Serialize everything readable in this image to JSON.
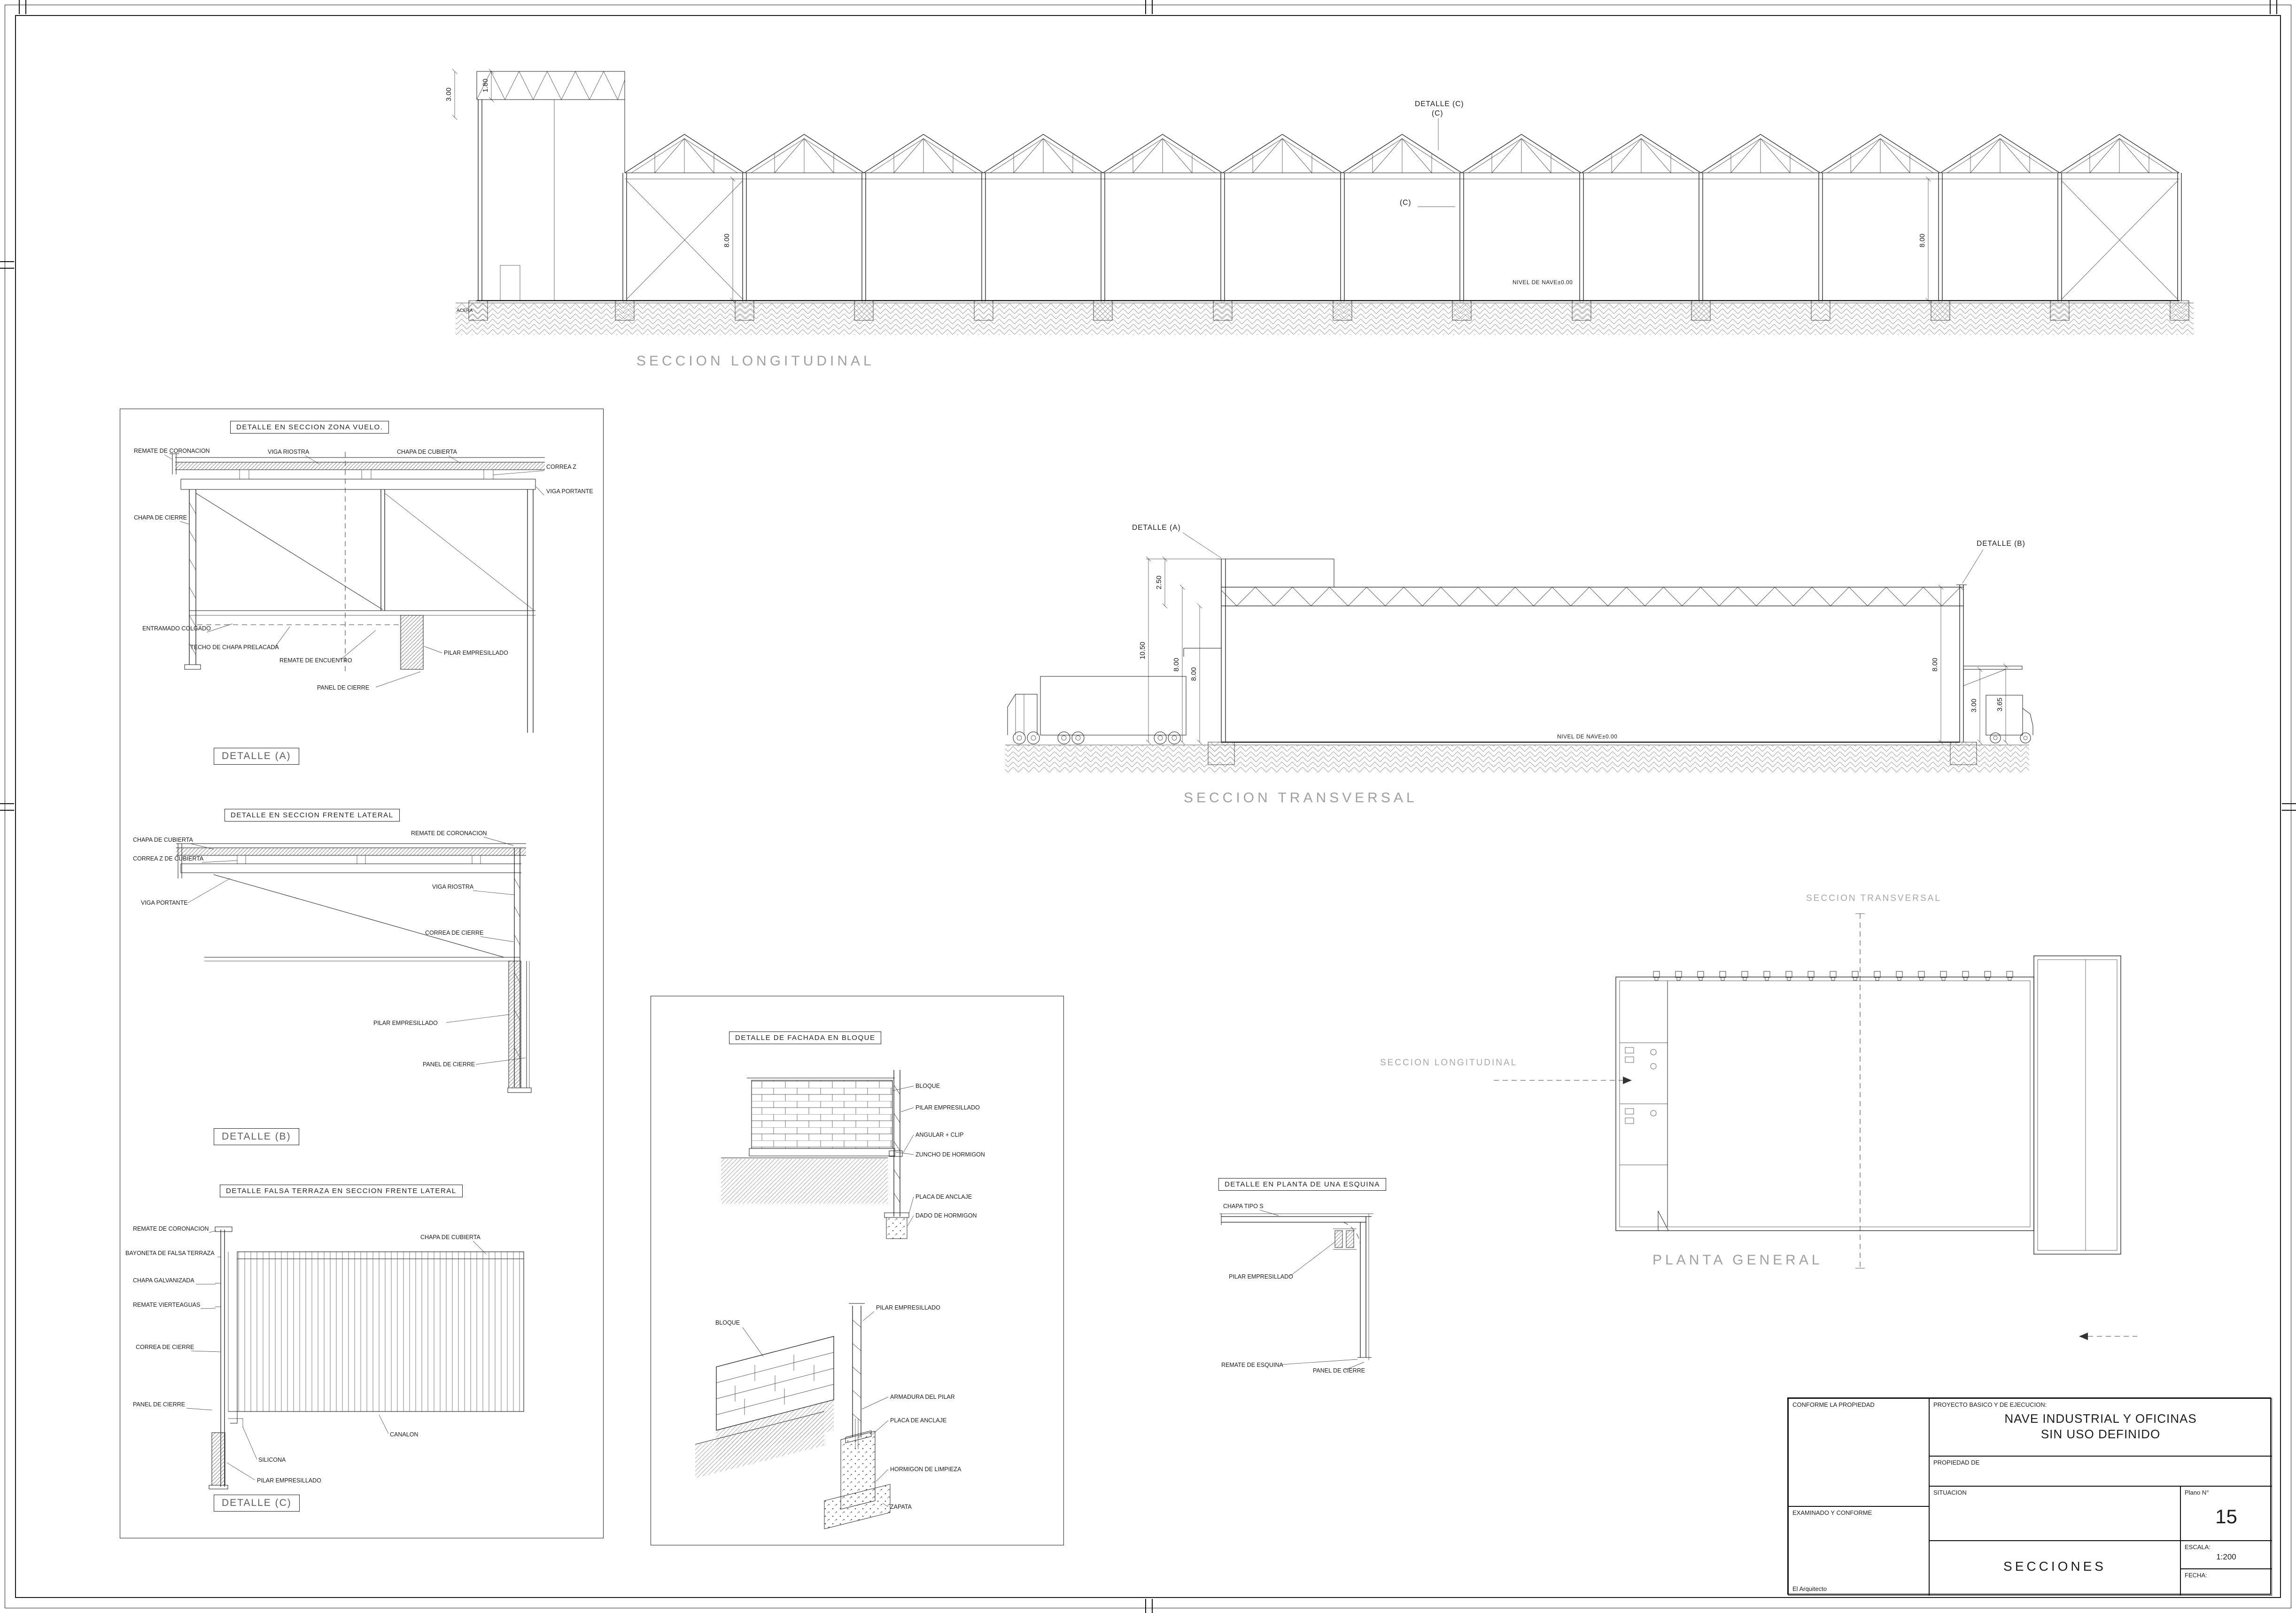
{
  "section_titles": {
    "longitudinal": "SECCION  LONGITUDINAL",
    "transversal": "SECCION  TRANSVERSAL",
    "planta": "PLANTA  GENERAL"
  },
  "plan_labels": {
    "transversal": "SECCION  TRANSVERSAL",
    "longitudinal": "SECCION  LONGITUDINAL"
  },
  "detail_boxes": {
    "zona_vuelo": "DETALLE  EN  SECCION  ZONA  VUELO.",
    "a": "DETALLE  (A)",
    "frente_lateral": "DETALLE  EN  SECCION  FRENTE  LATERAL",
    "b": "DETALLE  (B)",
    "falsa_terraza": "DETALLE  FALSA  TERRAZA  EN  SECCION  FRENTE  LATERAL",
    "c": "DETALLE  (C)",
    "fachada": "DETALLE  DE  FACHADA  EN  BLOQUE",
    "esquina": "DETALLE  EN  PLANTA  DE  UNA  ESQUINA"
  },
  "long_section": {
    "callout_title": "DETALLE (C)",
    "callout_c_top": "(C)",
    "callout_c_side": "(C)",
    "dim_3": "3.00",
    "dim_18": "1.80",
    "dim_8_left": "8.00",
    "dim_8_right": "8.00",
    "nivel": "NIVEL DE NAVE±0.00",
    "acera": "ACERA"
  },
  "trans_section": {
    "callout_a": "DETALLE (A)",
    "callout_b": "DETALLE (B)",
    "dim_1050": "10.50",
    "dim_250": "2.50",
    "dim_8_a": "8.00",
    "dim_8_b": "8.00",
    "dim_8_r": "8.00",
    "dim_3": "3.00",
    "dim_365": "3.65",
    "nivel": "NIVEL DE NAVE±0.00"
  },
  "detail_a_labels": [
    "REMATE DE CORONACION",
    "CHAPA DE CIERRE",
    "VIGA RIOSTRA",
    "CHAPA DE CUBIERTA",
    "CORREA Z",
    "VIGA PORTANTE",
    "ENTRAMADO COLGADO",
    "TECHO DE CHAPA PRELACADA",
    "REMATE DE ENCUENTRO",
    "PILAR EMPRESILLADO",
    "PANEL DE CIERRE"
  ],
  "detail_b_labels": [
    "CHAPA DE CUBIERTA",
    "CORREA Z DE CUBIERTA",
    "VIGA PORTANTE",
    "REMATE DE CORONACION",
    "VIGA RIOSTRA",
    "CORREA DE CIERRE",
    "PILAR EMPRESILLADO",
    "PANEL DE CIERRE"
  ],
  "detail_c_labels": [
    "REMATE DE CORONACION",
    "BAYONETA DE FALSA TERRAZA",
    "CHAPA GALVANIZADA",
    "REMATE VIERTEAGUAS",
    "CORREA DE CIERRE",
    "PANEL DE CIERRE",
    "CHAPA DE CUBIERTA",
    "CANALON",
    "SILICONA",
    "PILAR EMPRESILLADO"
  ],
  "fachada_upper_labels": [
    "BLOQUE",
    "PILAR EMPRESILLADO",
    "ANGULAR + CLIP",
    "ZUNCHO DE HORMIGON",
    "PLACA DE ANCLAJE",
    "DADO DE HORMIGON"
  ],
  "fachada_lower_labels": [
    "BLOQUE",
    "PILAR EMPRESILLADO",
    "ARMADURA DEL PILAR",
    "PLACA DE ANCLAJE",
    "HORMIGON DE LIMPIEZA",
    "ZAPATA"
  ],
  "esquina_labels": [
    "CHAPA TIPO S",
    "PILAR EMPRESILLADO",
    "REMATE DE ESQUINA",
    "PANEL DE CIERRE"
  ],
  "titleblock": {
    "conforme": "CONFORME LA PROPIEDAD",
    "examinado": "EXAMINADO Y CONFORME",
    "arquitecto": "El Arquitecto",
    "proyecto_label": "PROYECTO BASICO Y DE EJECUCION:",
    "proyecto_nombre_1": "NAVE INDUSTRIAL Y OFICINAS",
    "proyecto_nombre_2": "SIN USO DEFINIDO",
    "propiedad": "PROPIEDAD DE",
    "situacion": "SITUACION",
    "plano_label": "Plano N°",
    "plano_numero": "15",
    "titulo_plano": "SECCIONES",
    "escala_label": "ESCALA:",
    "escala_valor": "1:200",
    "fecha_label": "FECHA:"
  }
}
